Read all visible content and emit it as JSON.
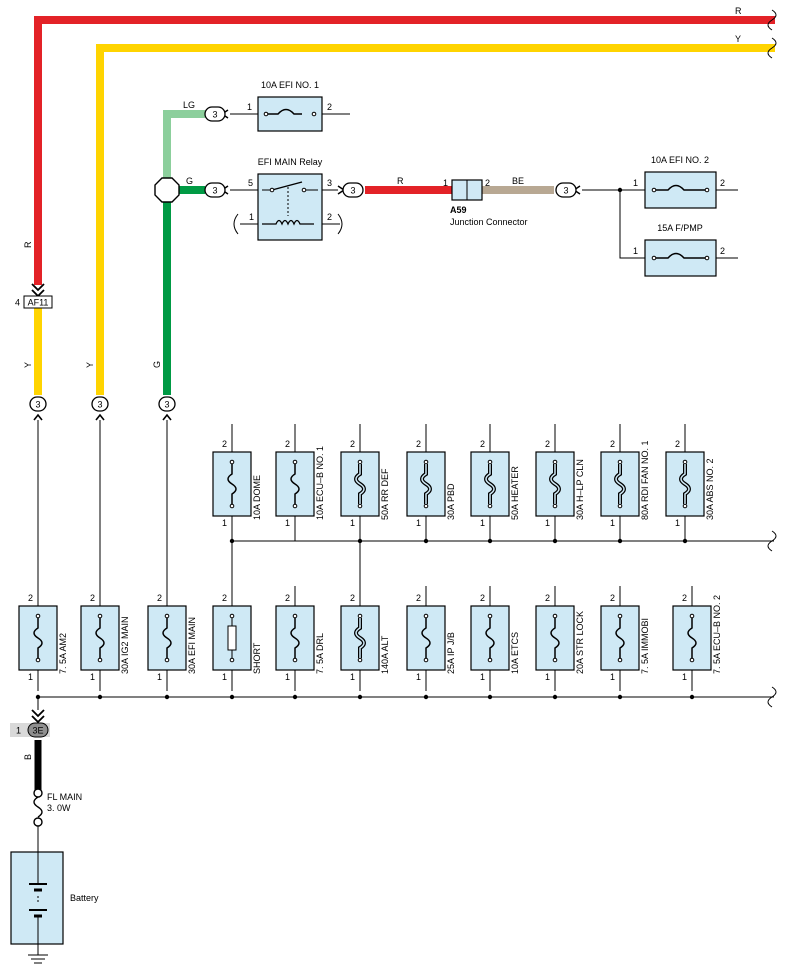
{
  "colors": {
    "red": "#e32227",
    "yellow": "#ffd400",
    "green": "#009a44",
    "light_green": "#8ccf9c",
    "beige": "#b8a893",
    "fuse_fill": "#cfe9f5"
  },
  "wire_codes": {
    "r": "R",
    "y": "Y",
    "lg": "LG",
    "g": "G",
    "be": "BE",
    "b": "B"
  },
  "connector_no": "3",
  "pins": {
    "p1": "1",
    "p2": "2",
    "p3": "3",
    "p4": "4",
    "p5": "5"
  },
  "top": {
    "efi_no1": "10A EFI NO. 1",
    "efi_main_relay": "EFI MAIN Relay",
    "junction_id": "A59",
    "junction_name": "Junction Connector",
    "efi_no2": "10A EFI NO. 2",
    "fpmp": "15A F/PMP"
  },
  "af11": "AF11",
  "upper_fuses": [
    "10A DOME",
    "10A ECU–B NO. 1",
    "50A RR DEF",
    "30A PBD",
    "50A HEATER",
    "30A H–LP CLN",
    "80A RDI FAN NO. 1",
    "30A ABS NO. 2"
  ],
  "lower_fuses": [
    "7. 5A AM2",
    "30A IG2 MAIN",
    "30A EFI MAIN",
    "SHORT",
    "7. 5A DRL",
    "140A ALT",
    "25A IP J/B",
    "10A ETCS",
    "20A STR LOCK",
    "7. 5A IMMOBI",
    "7. 5A ECU–B NO. 2"
  ],
  "connector_3e": "3E",
  "fl_main": "FL MAIN",
  "fl_main_size": "3. 0W",
  "battery": "Battery"
}
